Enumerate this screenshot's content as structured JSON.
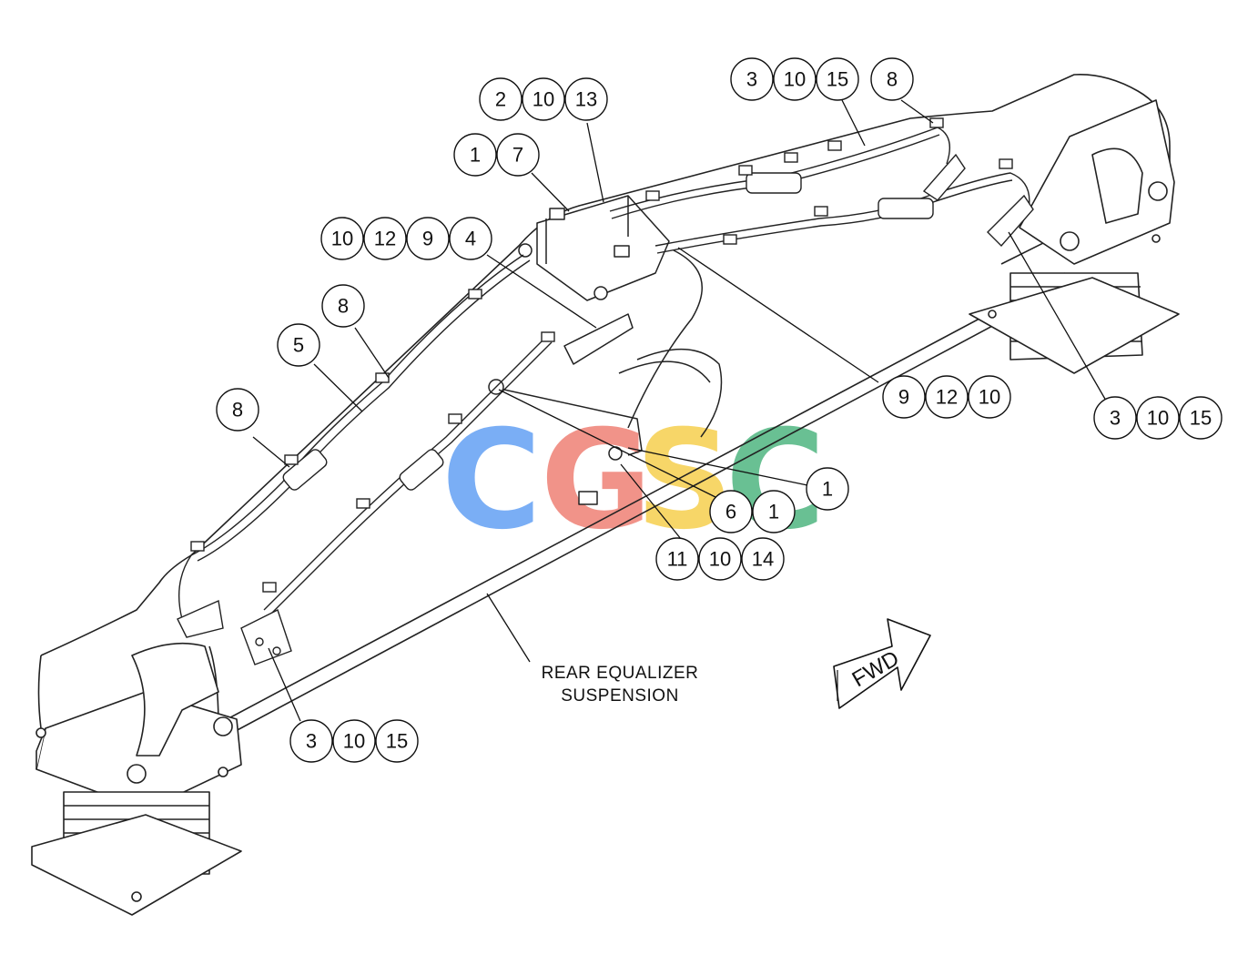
{
  "diagram": {
    "assembly_label_line1": "REAR EQUALIZER",
    "assembly_label_line2": "SUSPENSION",
    "direction_label": "FWD"
  },
  "watermark": {
    "text": "CGSC",
    "letters": [
      {
        "char": "C",
        "color": "#6fa8f5"
      },
      {
        "char": "G",
        "color": "#f08a80"
      },
      {
        "char": "S",
        "color": "#f7d35c"
      },
      {
        "char": "C",
        "color": "#5dbb8a"
      }
    ]
  },
  "callouts": {
    "g_2_10_13": [
      "2",
      "10",
      "13"
    ],
    "g_1_7": [
      "1",
      "7"
    ],
    "g_10_12_9_4": [
      "10",
      "12",
      "9",
      "4"
    ],
    "g_8_upper_left": [
      "8"
    ],
    "g_5": [
      "5"
    ],
    "g_8_left": [
      "8"
    ],
    "g_3_10_15_top": [
      "3",
      "10",
      "15"
    ],
    "g_8_top": [
      "8"
    ],
    "g_9_12_10": [
      "9",
      "12",
      "10"
    ],
    "g_3_10_15_right": [
      "3",
      "10",
      "15"
    ],
    "g_1_right": [
      "1"
    ],
    "g_6_1": [
      "6",
      "1"
    ],
    "g_11_10_14": [
      "11",
      "10",
      "14"
    ],
    "g_3_10_15_bottom": [
      "3",
      "10",
      "15"
    ]
  }
}
